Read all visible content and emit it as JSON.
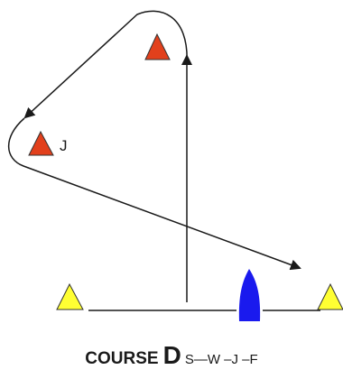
{
  "diagram": {
    "colors": {
      "mark_red": "#e2401c",
      "mark_yellow": "#ffff33",
      "boat": "#1a1aee",
      "line": "#1a1a1a",
      "background": "#ffffff"
    },
    "marks": [
      {
        "id": "top",
        "color": "red",
        "label": ""
      },
      {
        "id": "J",
        "color": "red",
        "label": "J"
      },
      {
        "id": "start-left",
        "color": "yellow",
        "label": ""
      },
      {
        "id": "start-right",
        "color": "yellow",
        "label": ""
      }
    ],
    "boat": {
      "icon": "boat-icon"
    },
    "course_legs": [
      "start to top mark",
      "top mark to J",
      "J to finish"
    ]
  },
  "caption": {
    "main": "COURSE",
    "letter": "D",
    "sequence": "S—W –J –F"
  }
}
